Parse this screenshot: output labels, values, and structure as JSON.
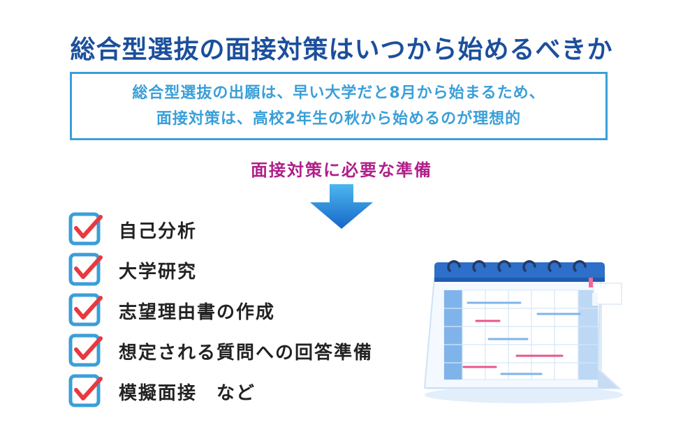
{
  "title": "総合型選抜の面接対策はいつから始めるべきか",
  "summary": {
    "line1": "総合型選抜の出願は、早い大学だと8月から始まるため、",
    "line2": "面接対策は、高校2年生の秋から始めるのが理想的"
  },
  "section_heading": "面接対策に必要な準備",
  "checklist": [
    "自己分析",
    "大学研究",
    "志望理由書の作成",
    "想定される質問への回答準備",
    "模擬面接　など"
  ],
  "colors": {
    "title": "#1b4f9c",
    "accent_blue": "#3a9fd8",
    "heading_magenta": "#b01f8a",
    "check_red": "#e8393f"
  },
  "icons": {
    "arrow": "down-arrow-icon",
    "check": "checkbox-checked-icon",
    "calendar": "calendar-illustration"
  }
}
